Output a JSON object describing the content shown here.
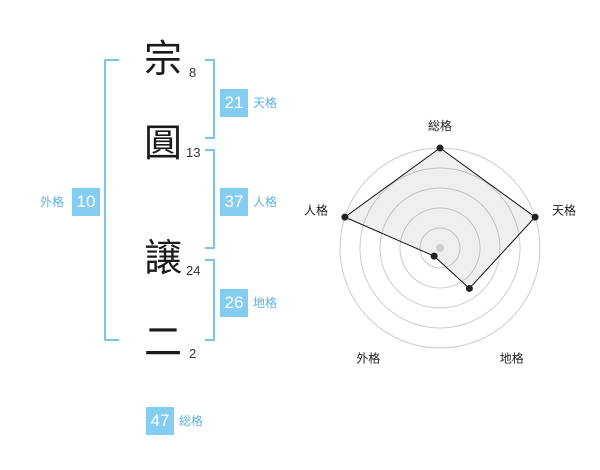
{
  "name_chars": [
    {
      "char": "宗",
      "strokes": "8"
    },
    {
      "char": "圓",
      "strokes": "13"
    },
    {
      "char": "譲",
      "strokes": "24"
    },
    {
      "char": "二",
      "strokes": "2"
    }
  ],
  "fortunes": {
    "tenkaku": {
      "label": "天格",
      "value": "21"
    },
    "jinkaku": {
      "label": "人格",
      "value": "37"
    },
    "chikaku": {
      "label": "地格",
      "value": "26"
    },
    "gaikaku": {
      "label": "外格",
      "value": "10"
    },
    "soukaku": {
      "label": "総格",
      "value": "47"
    }
  },
  "radar": {
    "axes": [
      "総格",
      "天格",
      "地格",
      "外格",
      "人格"
    ],
    "levels": 5,
    "values": [
      1.0,
      1.0,
      0.5,
      0.1,
      1.0
    ]
  },
  "colors": {
    "accent": "#84cdf0",
    "bracket": "#7cc4ec"
  }
}
